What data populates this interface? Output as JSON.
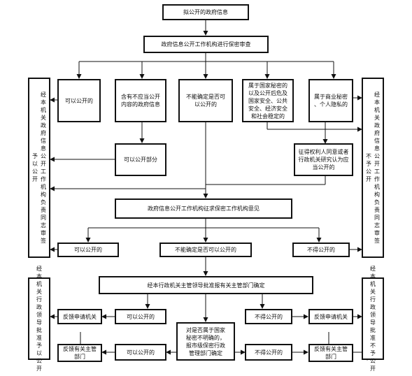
{
  "nodes": {
    "start": "拟公开的政府信息",
    "review": "政府信息公开工作机构进行保密审查",
    "can_open_1": "可以公开的",
    "contains_part": "含有不应当公开\n内容的政府信息",
    "uncertain_1": "不能确定是否可\n以公开的",
    "state_secret": "属于国家秘密的\n以及公开后危及\n国家安全、公共\n安全、经济安全\n和社会稳定的",
    "business_secret": "属于商业秘密\n、个人隐私的",
    "part_open": "可以公开部分",
    "consent": "征得权利人同意或者\n行政机关研究认为应\n当公开的",
    "left_sign": "经本机关政府信息公开工作机构负责同志审签",
    "left_sign_col2": "予以公开",
    "right_sign": "经本机关政府信息公开工作机构负责同志审签",
    "right_sign_col2": "不予公开",
    "consult": "政府信息公开工作机构征求保密工作机构意见",
    "can_open_2": "可以公开的",
    "uncertain_2": "不能确定是否可以公开的",
    "no_open_2": "不得公开的",
    "approve": "经本行政机关主管领导批准报有关主管部门确定",
    "left_approve": "经本机关行政领导批准予以公开",
    "right_approve": "经本机关行政领导批准不予公开",
    "feedback_l1": "反馈申请机关",
    "can_open_3": "可以公开的",
    "no_open_3": "不得公开的",
    "feedback_r1": "反馈申请机关",
    "feedback_l2": "反馈有关主管\n部门",
    "can_open_4": "可以公开的",
    "secret_check": "对是否属于国家\n秘密不明确的，\n报市级保密行政\n管理部门确定",
    "no_open_4": "不得公开的",
    "feedback_r2": "反馈有关主管\n部门"
  }
}
